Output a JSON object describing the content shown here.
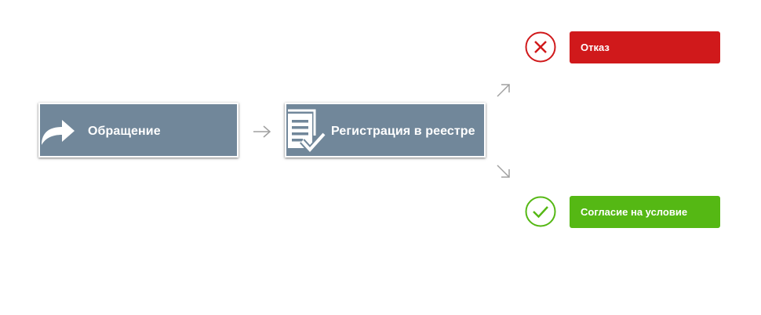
{
  "steps": [
    {
      "label": "Обращение",
      "icon": "share-arrow-icon"
    },
    {
      "label": "Регистрация в реестре",
      "icon": "document-check-icon"
    }
  ],
  "outcomes": [
    {
      "label": "Отказ",
      "icon": "cross-circle-icon",
      "color": "#d0191b"
    },
    {
      "label": "Согласие на условие",
      "icon": "check-circle-icon",
      "color": "#55b814"
    }
  ],
  "colors": {
    "step_background": "#71879a",
    "connector_arrow": "#a0a0a0"
  }
}
